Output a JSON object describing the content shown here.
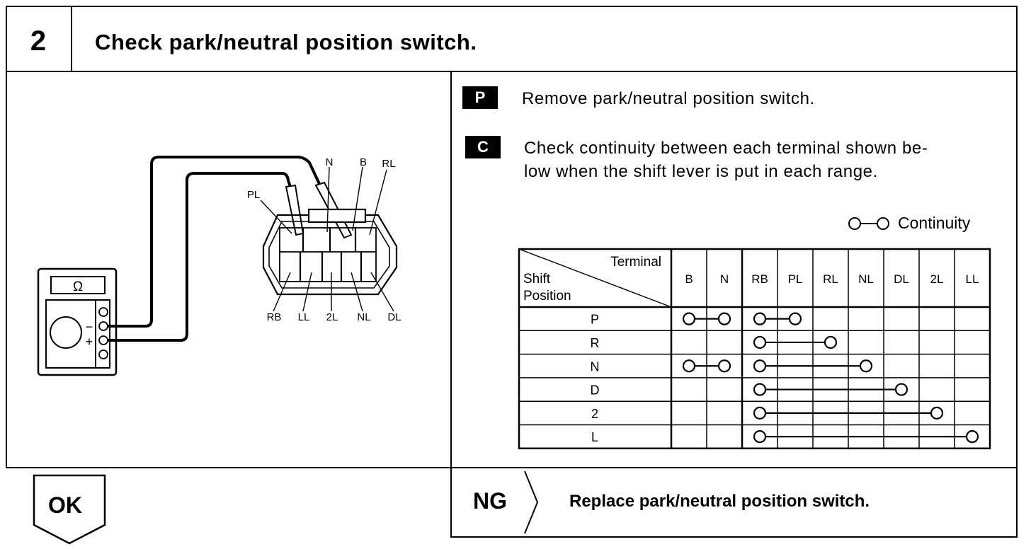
{
  "step": {
    "number": "2",
    "title": "Check park/neutral position switch."
  },
  "instructions": [
    {
      "badge": "P",
      "lines": [
        "Remove park/neutral position switch."
      ]
    },
    {
      "badge": "C",
      "lines": [
        "Check continuity between each terminal shown be-",
        "low when the shift lever is put in each range."
      ]
    }
  ],
  "legend": {
    "label": "Continuity"
  },
  "illustration": {
    "meter_symbol": "Ω",
    "meter_minus": "−",
    "meter_plus": "+",
    "connector_top_labels": [
      "N",
      "B",
      "RL"
    ],
    "connector_left_label": "PL",
    "connector_bottom_labels": [
      "RB",
      "LL",
      "2L",
      "NL",
      "DL"
    ]
  },
  "table": {
    "corner_top": "Terminal",
    "corner_bottom": [
      "Shift",
      "Position"
    ],
    "columns": [
      "B",
      "N",
      "RB",
      "PL",
      "RL",
      "NL",
      "DL",
      "2L",
      "LL"
    ],
    "rows": [
      {
        "label": "P",
        "connections": [
          [
            "B",
            "N"
          ],
          [
            "RB",
            "PL"
          ]
        ]
      },
      {
        "label": "R",
        "connections": [
          [
            "RB",
            "RL"
          ]
        ]
      },
      {
        "label": "N",
        "connections": [
          [
            "B",
            "N"
          ],
          [
            "RB",
            "NL"
          ]
        ]
      },
      {
        "label": "D",
        "connections": [
          [
            "RB",
            "DL"
          ]
        ]
      },
      {
        "label": "2",
        "connections": [
          [
            "RB",
            "2L"
          ]
        ]
      },
      {
        "label": "L",
        "connections": [
          [
            "RB",
            "LL"
          ]
        ]
      }
    ]
  },
  "result_ok": {
    "label": "OK"
  },
  "result_ng": {
    "label": "NG",
    "action": "Replace park/neutral position switch."
  }
}
